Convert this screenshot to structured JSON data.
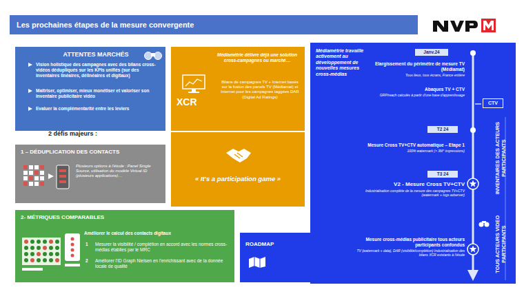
{
  "diagram": {
    "title": "Les prochaines étapes de la mesure convergente",
    "nodes": [
      {
        "text": [
          "ATTENTES MARCHÉS",
          "Vision holistique des campagnes avec des bilans cross-vidéos dédupliqués sur les KPIs unifiés (sur des inventaires linéaires, délinéaires et digitaux)",
          "Maîtriser, optimiser, mieux monétiser et valoriser son inventaire publicitaire vidéo",
          "Evaluer la complémentarité entre les leviers"
        ]
      },
      {
        "text": [
          "Médiamétrie délivre déjà une solution cross-campagnes ou marché…",
          "XCR",
          "Bilans de campagnes TV + Internet basés sur la fusion des panels TV (Médiamat) et Internet pour les campagnes taggées DAR (Digital Ad Ratings)"
        ]
      },
      {
        "text": [
          "Médiamétrie travaille activement au développement de nouvelles mesures cross-médias"
        ]
      },
      {
        "text": [
          "Janv.24"
        ],
        "in": 2
      },
      {
        "text": [
          "Elargissement du périmètre de mesure TV (Médiamat)",
          "Tous lieux, tous écrans, France entière"
        ],
        "in": 2
      },
      {
        "text": [
          "Abaques TV + CTV",
          "GRP/reach calculés à partir d'une base d'apprentissage"
        ],
        "in": 2
      },
      {
        "text": [
          "CTV"
        ],
        "in": 2
      },
      {
        "text": [
          "T2 24"
        ],
        "in": 2
      },
      {
        "text": [
          "Mesure Cross TV+CTV automatique – Etape 1",
          "100% watermark (> 3M° impressions)"
        ],
        "in": 2
      },
      {
        "text": [
          "T3 24"
        ],
        "in": 2
      },
      {
        "text": [
          "V2 - Mesure Cross TV+CTV",
          "Industrialisation complète de la mesure des campagnes TV+CTV (watermark + logs adserver)"
        ],
        "in": 2
      },
      {
        "text": [
          "Mesure cross-médias publicitaire tous acteurs participants confondus",
          "TV (watermark + data), DAR (visibilité/complétion) Industrialisation des bilans XCR existants à l'étude"
        ],
        "in": 2
      },
      {
        "text": [
          "1 – DÉDUPLICATION DES CONTACTS",
          "Plusieurs options à l'étude : Panel Single Source, utilisation du modèle Virtual ID (plusieurs applications)…"
        ]
      },
      {
        "text": [
          "« It's a participation game »"
        ]
      },
      {
        "text": [
          "2- MÉTRIQUES COMPARABLES",
          "Améliorer le calcul des contacts digitaux",
          "1",
          "Mesurer la visibilité / complétion en accord avec les normes cross-médias établies par le MRC",
          "2",
          "Améliorer l'ID Graph Nielsen en l'enrichissant avec de la donnée locale de qualité"
        ]
      },
      {
        "text": [
          "ROADMAP"
        ]
      }
    ],
    "labels": [
      "2 défis majeurs :",
      "INVENTAIRES DES ACTEURS PARTICIPANTS",
      "TOUS ACTEURS VIDEO PARTICIPANTS"
    ]
  }
}
